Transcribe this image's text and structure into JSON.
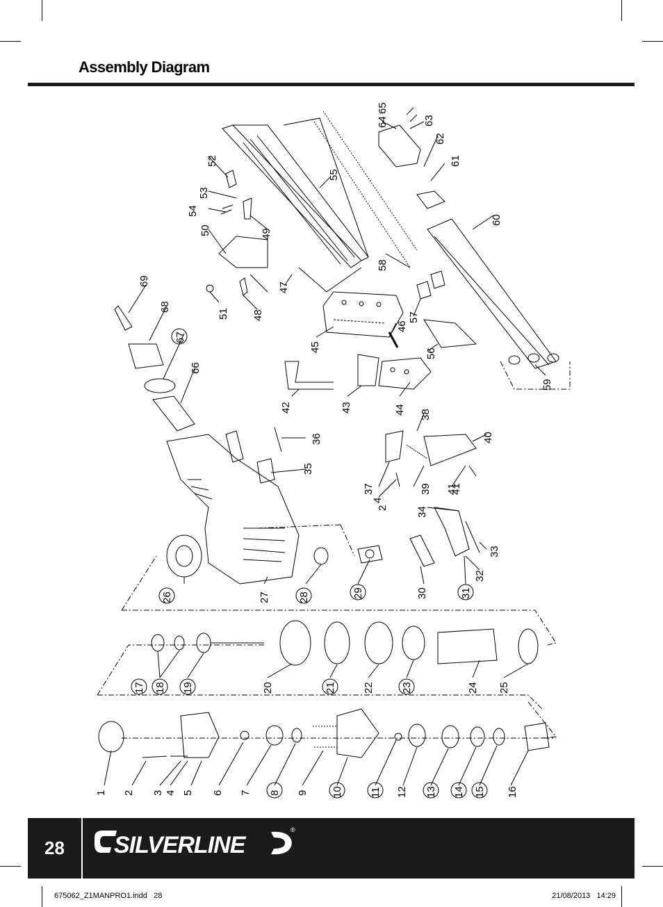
{
  "page": {
    "title": "Assembly Diagram",
    "page_number": "28",
    "brand": "SILVERLINE",
    "registered_mark": "®",
    "slug_file": "675062_Z1MANPRO1.indd   28",
    "slug_date": "21/08/2013   14:29"
  },
  "parts": [
    "1",
    "2",
    "3",
    "4",
    "5",
    "6",
    "7",
    "8",
    "9",
    "10",
    "11",
    "12",
    "13",
    "14",
    "15",
    "16",
    "17",
    "18",
    "19",
    "20",
    "21",
    "22",
    "23",
    "24",
    "25",
    "26",
    "27",
    "28",
    "29",
    "30",
    "31",
    "32",
    "33",
    "34",
    "35",
    "36",
    "37",
    "38",
    "39",
    "40",
    "41",
    "42",
    "43",
    "44",
    "45",
    "46",
    "47",
    "48",
    "49",
    "50",
    "51",
    "52",
    "53",
    "54",
    "55",
    "56",
    "57",
    "58",
    "59",
    "60",
    "61",
    "62",
    "63",
    "64",
    "65",
    "66",
    "67",
    "68",
    "69",
    "41",
    "4",
    "2"
  ],
  "circled_parts": [
    "8",
    "10",
    "11",
    "13",
    "14",
    "15",
    "17",
    "18",
    "19",
    "21",
    "23",
    "26",
    "28",
    "29",
    "31",
    "67"
  ]
}
